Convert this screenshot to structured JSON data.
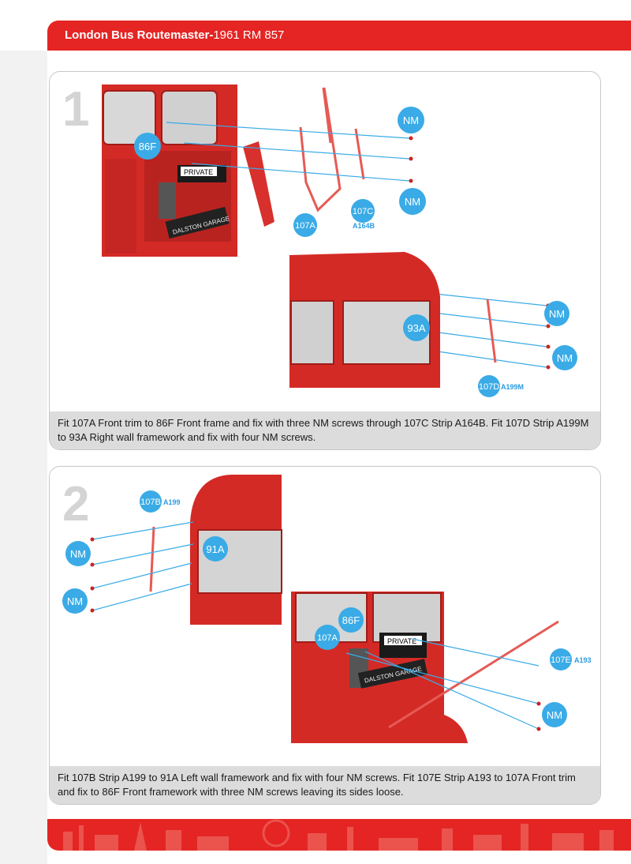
{
  "header": {
    "title_bold": "London Bus Routemaster-",
    "title_rest": "1961 RM 857"
  },
  "step1": {
    "number": "1",
    "labels": {
      "nm": "NM",
      "f86": "86F",
      "a107": "107A",
      "c107": "107C",
      "a164b": "A164B",
      "a93": "93A",
      "d107": "107D",
      "a199m": "A199M"
    },
    "sign_private": "PRIVATE",
    "sign_garage": "DALSTON GARAGE",
    "caption": "Fit 107A Front trim to 86F Front frame and fix with three NM screws through 107C Strip A164B. Fit 107D Strip A199M to 93A Right wall framework and fix with four NM screws."
  },
  "step2": {
    "number": "2",
    "labels": {
      "nm": "NM",
      "b107": "107B",
      "a199": "A199",
      "a91": "91A",
      "f86": "86F",
      "a107": "107A",
      "e107": "107E",
      "a193": "A193"
    },
    "sign_private": "PRIVATE",
    "sign_garage": "DALSTON GARAGE",
    "caption": "Fit 107B Strip A199 to 91A Left wall framework and fix with four NM screws. Fit 107E Strip A193 to 107A Front trim and fix to 86F Front framework with three NM screws leaving its sides loose."
  },
  "colors": {
    "brand_red": "#e42524",
    "callout_blue": "#3aabe6",
    "panel_grey": "#dcdcdc"
  }
}
